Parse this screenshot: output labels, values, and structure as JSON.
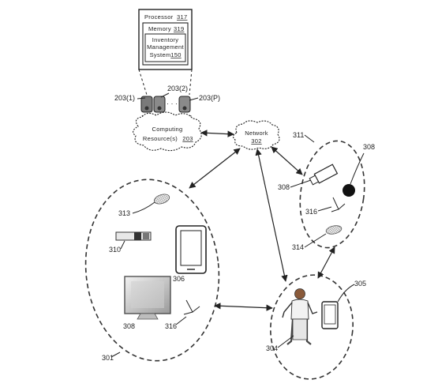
{
  "processor": {
    "label": "Processor",
    "ref": "317"
  },
  "memory": {
    "label": "Memory",
    "ref": "319"
  },
  "ims": {
    "line1": "Inventory",
    "line2": "Management",
    "line3": "System",
    "ref": "150"
  },
  "servers": {
    "ref1": "203(1)",
    "ref2": "203(2)",
    "refP": "203(P)",
    "dots": "· · ·"
  },
  "computing": {
    "line1": "Computing",
    "line2": "Resource(s)",
    "ref": "203"
  },
  "network": {
    "label": "Network",
    "ref": "302"
  },
  "refs": {
    "r301": "301",
    "r304": "304",
    "r305": "305",
    "r306": "306",
    "r308a": "308",
    "r308b": "308",
    "r308c": "308",
    "r310": "310",
    "r311": "311",
    "r313": "313",
    "r314": "314",
    "r316a": "316",
    "r316b": "316"
  }
}
